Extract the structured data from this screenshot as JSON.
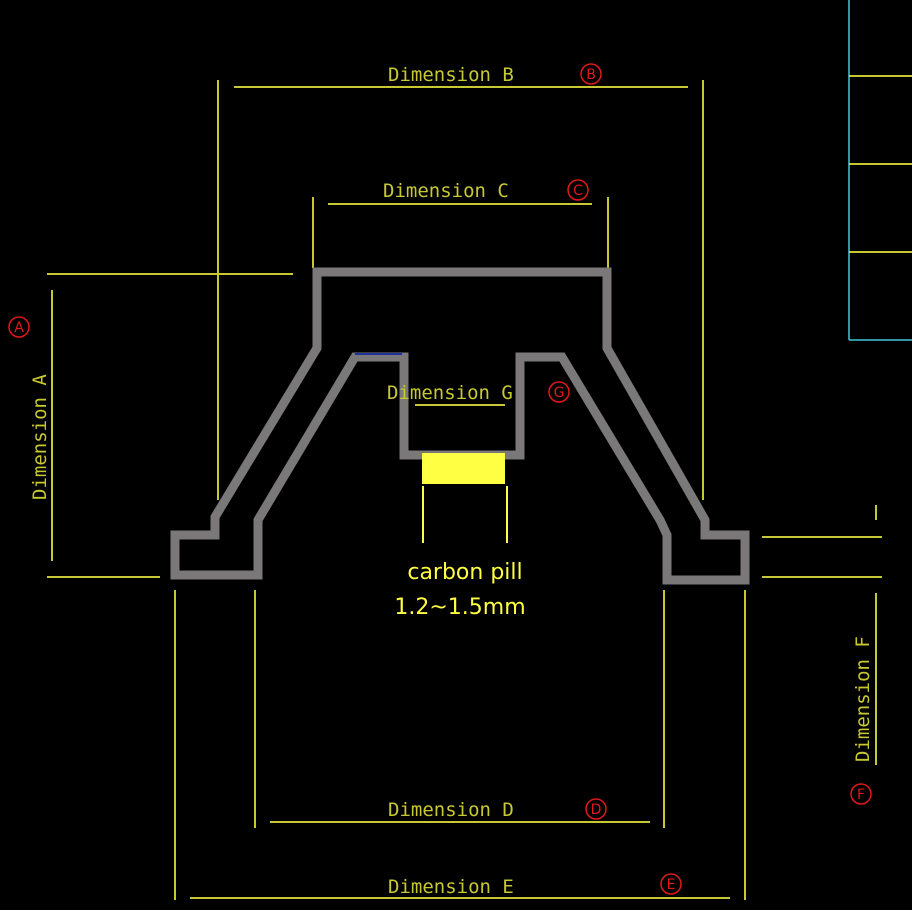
{
  "colors": {
    "background": "#000000",
    "dim": "#c8c832",
    "marker": "#e01818",
    "part": "#7a7878",
    "pill": "#ffff44",
    "frame": "#40c8d8"
  },
  "labels": {
    "A": "Dimension A",
    "B": "Dimension B",
    "C": "Dimension C",
    "D": "Dimension D",
    "E": "Dimension E",
    "F": "Dimension F",
    "G": "Dimension G"
  },
  "markers": {
    "A": "A",
    "B": "B",
    "C": "C",
    "D": "D",
    "E": "E",
    "F": "F",
    "G": "G"
  },
  "pill": {
    "name": "carbon pill",
    "thickness": "1.2~1.5mm"
  }
}
